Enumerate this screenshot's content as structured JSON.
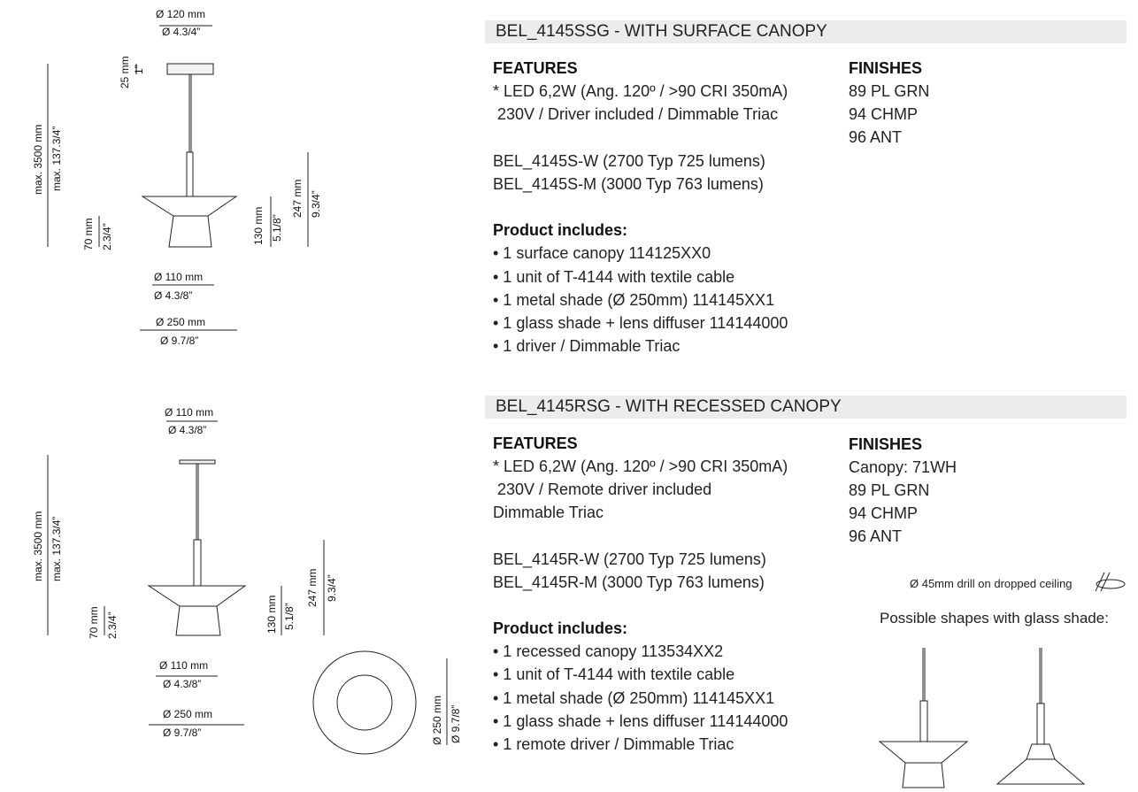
{
  "top": {
    "bar_title": "BEL_4145SSG - WITH SURFACE CANOPY",
    "features_heading": "FEATURES",
    "features_lines": [
      "* LED 6,2W (Ang. 120º / >90 CRI 350mA)",
      " 230V / Driver included / Dimmable Triac"
    ],
    "variants": [
      "BEL_4145S-W (2700 Typ 725 lumens)",
      "BEL_4145S-M (3000 Typ 763 lumens)"
    ],
    "includes_heading": "Product includes:",
    "includes": [
      "• 1 surface canopy 114125XX0",
      "• 1 unit of T-4144 with textile cable",
      "• 1 metal shade (Ø 250mm) 114145XX1",
      "• 1 glass shade + lens diffuser 114144000",
      "• 1 driver / Dimmable Triac"
    ],
    "finishes_heading": "FINISHES",
    "finishes": [
      "89 PL GRN",
      "94 CHMP",
      "96 ANT"
    ],
    "dims": {
      "canopy_mm": "Ø 120 mm",
      "canopy_in": "Ø 4.3/4”",
      "canopy_h_mm": "25 mm",
      "canopy_h_in": "1”",
      "max_mm": "max. 3500 mm",
      "max_in": "max. 137.3/4”",
      "h247_mm": "247 mm",
      "h247_in": "9.3/4”",
      "h130_mm": "130 mm",
      "h130_in": "5.1/8”",
      "h70_mm": "70 mm",
      "h70_in": "2.3/4”",
      "d110_mm": "Ø  110 mm",
      "d110_in": "Ø  4.3/8”",
      "d250_mm": "Ø  250 mm",
      "d250_in": "Ø  9.7/8”"
    }
  },
  "bottom": {
    "bar_title": "BEL_4145RSG - WITH RECESSED CANOPY",
    "features_heading": "FEATURES",
    "features_lines": [
      "* LED 6,2W (Ang. 120º / >90 CRI 350mA)",
      " 230V / Remote driver included",
      "Dimmable Triac"
    ],
    "variants": [
      "BEL_4145R-W (2700 Typ 725 lumens)",
      "BEL_4145R-M (3000 Typ 763 lumens)"
    ],
    "includes_heading": "Product includes:",
    "includes": [
      "• 1 recessed canopy 113534XX2",
      "• 1 unit of T-4144 with textile cable",
      "• 1 metal shade (Ø 250mm) 114145XX1",
      "• 1 glass shade + lens diffuser 114144000",
      "• 1 remote driver / Dimmable Triac"
    ],
    "finishes_heading": "FINISHES",
    "finishes": [
      "Canopy: 71WH",
      "89 PL GRN",
      "94 CHMP",
      "96 ANT"
    ],
    "drill_note": "Ø 45mm drill on dropped ceiling",
    "shapes_note": "Possible shapes with glass shade:",
    "dims": {
      "canopy_mm": "Ø 110 mm",
      "canopy_in": "Ø 4.3/8”",
      "max_mm": "max. 3500 mm",
      "max_in": "max. 137.3/4”",
      "h247_mm": "247 mm",
      "h247_in": "9.3/4”",
      "h130_mm": "130 mm",
      "h130_in": "5.1/8”",
      "h70_mm": "70 mm",
      "h70_in": "2.3/4”",
      "d110_mm": "Ø  110 mm",
      "d110_in": "Ø  4.3/8”",
      "d250_mm": "Ø  250 mm",
      "d250_in": "Ø  9.7/8”",
      "top_mm": "Ø  250 mm",
      "top_in": "Ø  9.7/8”"
    }
  }
}
